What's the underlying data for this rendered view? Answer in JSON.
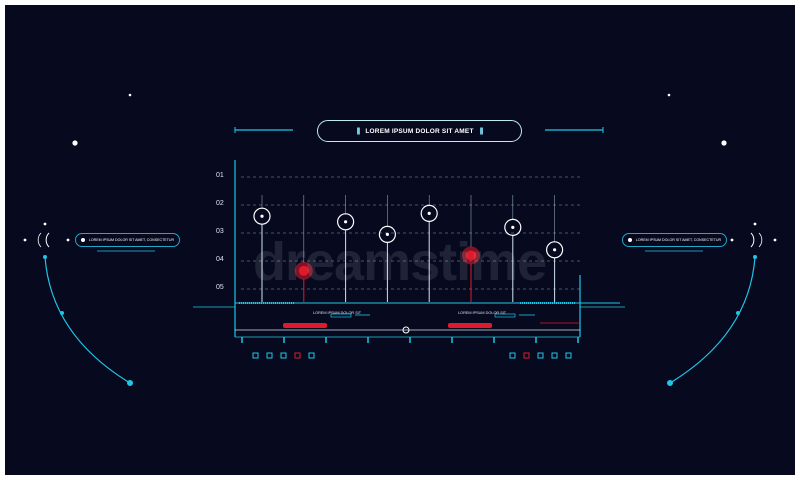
{
  "header": {
    "title": "LOREM IPSUM DOLOR SIT AMET"
  },
  "side_panels": {
    "left": "LOREM IPSUM DOLOR SIT AMET, CONSECTETUR",
    "right": "LOREM IPSUM DOLOR SIT AMET, CONSECTETUR"
  },
  "chart": {
    "y_labels": [
      "01",
      "02",
      "03",
      "04",
      "05"
    ],
    "left_chip": "LOREM IPSUM DOLOR SIT",
    "right_chip": "LOREM IPSUM DOLOR SIT",
    "markers": [
      {
        "x": 1,
        "level": 2.4,
        "color": "white"
      },
      {
        "x": 2,
        "level": 4.35,
        "color": "red"
      },
      {
        "x": 3,
        "level": 2.6,
        "color": "white"
      },
      {
        "x": 4,
        "level": 3.05,
        "color": "white"
      },
      {
        "x": 5,
        "level": 2.3,
        "color": "white"
      },
      {
        "x": 6,
        "level": 3.8,
        "color": "red"
      },
      {
        "x": 7,
        "level": 2.8,
        "color": "white"
      },
      {
        "x": 8,
        "level": 3.6,
        "color": "white"
      }
    ]
  },
  "watermark": "dreamstime",
  "colors": {
    "background": "#07091f",
    "accent": "#1fc6e6",
    "alert": "#e01a2b",
    "line": "#cfe3ee"
  }
}
